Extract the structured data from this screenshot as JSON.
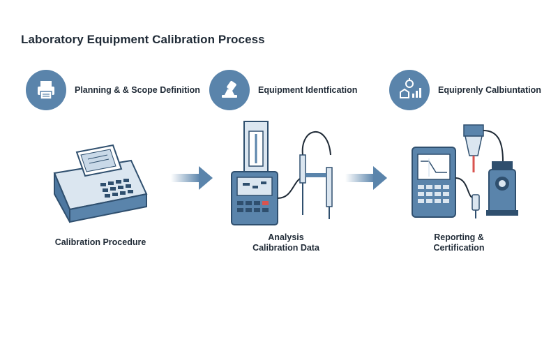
{
  "title": "Laboratory Equipment Calibration Process",
  "steps": [
    {
      "label": "Planning & & Scope Definition",
      "icon": "printer-icon"
    },
    {
      "label": "Equipment Identfication",
      "icon": "stamp-icon"
    },
    {
      "label": "Equiprenly Calbiuntation",
      "icon": "lab-chart-icon"
    }
  ],
  "captions": {
    "first": "Calibration Procedure",
    "second_line1": "Analysis",
    "second_line2": "Calibration Data",
    "third_line1": "Reporting &",
    "third_line2": "Certification"
  },
  "colors": {
    "accent": "#5a84ab",
    "dark": "#2f4f6e",
    "light": "#dbe6f0",
    "alert": "#d9534f"
  }
}
